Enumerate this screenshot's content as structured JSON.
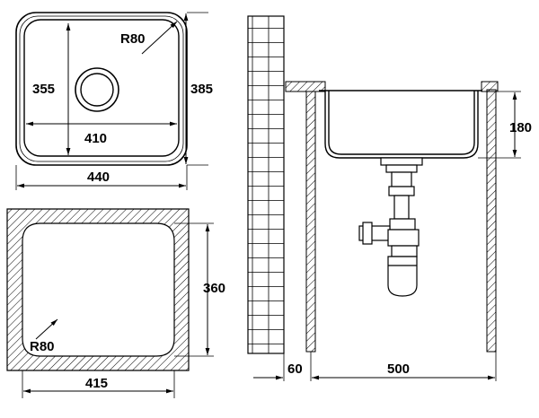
{
  "top_view": {
    "corner_radius_label": "R80",
    "inner_height_label": "355",
    "outer_height_label": "385",
    "inner_width_label": "410",
    "outer_width_label": "440"
  },
  "cutout_view": {
    "corner_radius_label": "R80",
    "height_label": "360",
    "width_label": "415"
  },
  "side_view": {
    "depth_label": "180",
    "wall_offset_label": "60",
    "cabinet_width_label": "500"
  }
}
